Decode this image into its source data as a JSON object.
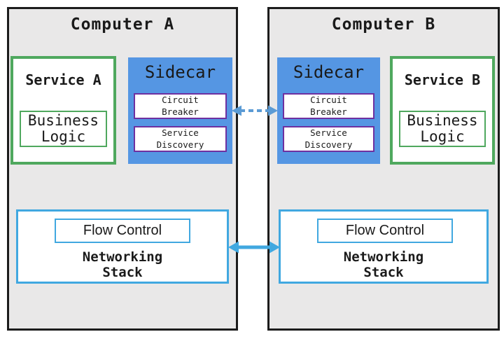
{
  "computers": [
    {
      "title": "Computer A",
      "service": {
        "title": "Service A",
        "inner_label": "Business Logic"
      },
      "sidecar": {
        "title": "Sidecar",
        "components": [
          {
            "label": "Circuit Breaker"
          },
          {
            "label": "Service Discovery"
          }
        ]
      },
      "networking": {
        "flow_control": "Flow Control",
        "label": "Networking Stack"
      }
    },
    {
      "title": "Computer B",
      "service": {
        "title": "Service B",
        "inner_label": "Business Logic"
      },
      "sidecar": {
        "title": "Sidecar",
        "components": [
          {
            "label": "Circuit Breaker"
          },
          {
            "label": "Service Discovery"
          }
        ]
      },
      "networking": {
        "flow_control": "Flow Control",
        "label": "Networking Stack"
      }
    }
  ],
  "links": {
    "sidecar_link": {
      "style": "dashed",
      "color": "#5B9BD5",
      "connects": "Sidecar A Circuit Breaker ↔ Sidecar B Circuit Breaker"
    },
    "network_link": {
      "style": "solid",
      "color": "#41A8E0",
      "connects": "Networking Stack A ↔ Networking Stack B"
    }
  },
  "colors": {
    "computer_fill": "#E9E8E8",
    "computer_border": "#1C1C1C",
    "service_green": "#4FA85E",
    "sidecar_blue": "#5596E3",
    "component_purple": "#6E30A0",
    "network_blue": "#41A8E0",
    "dashed_arrow_blue": "#5B9BD5"
  }
}
